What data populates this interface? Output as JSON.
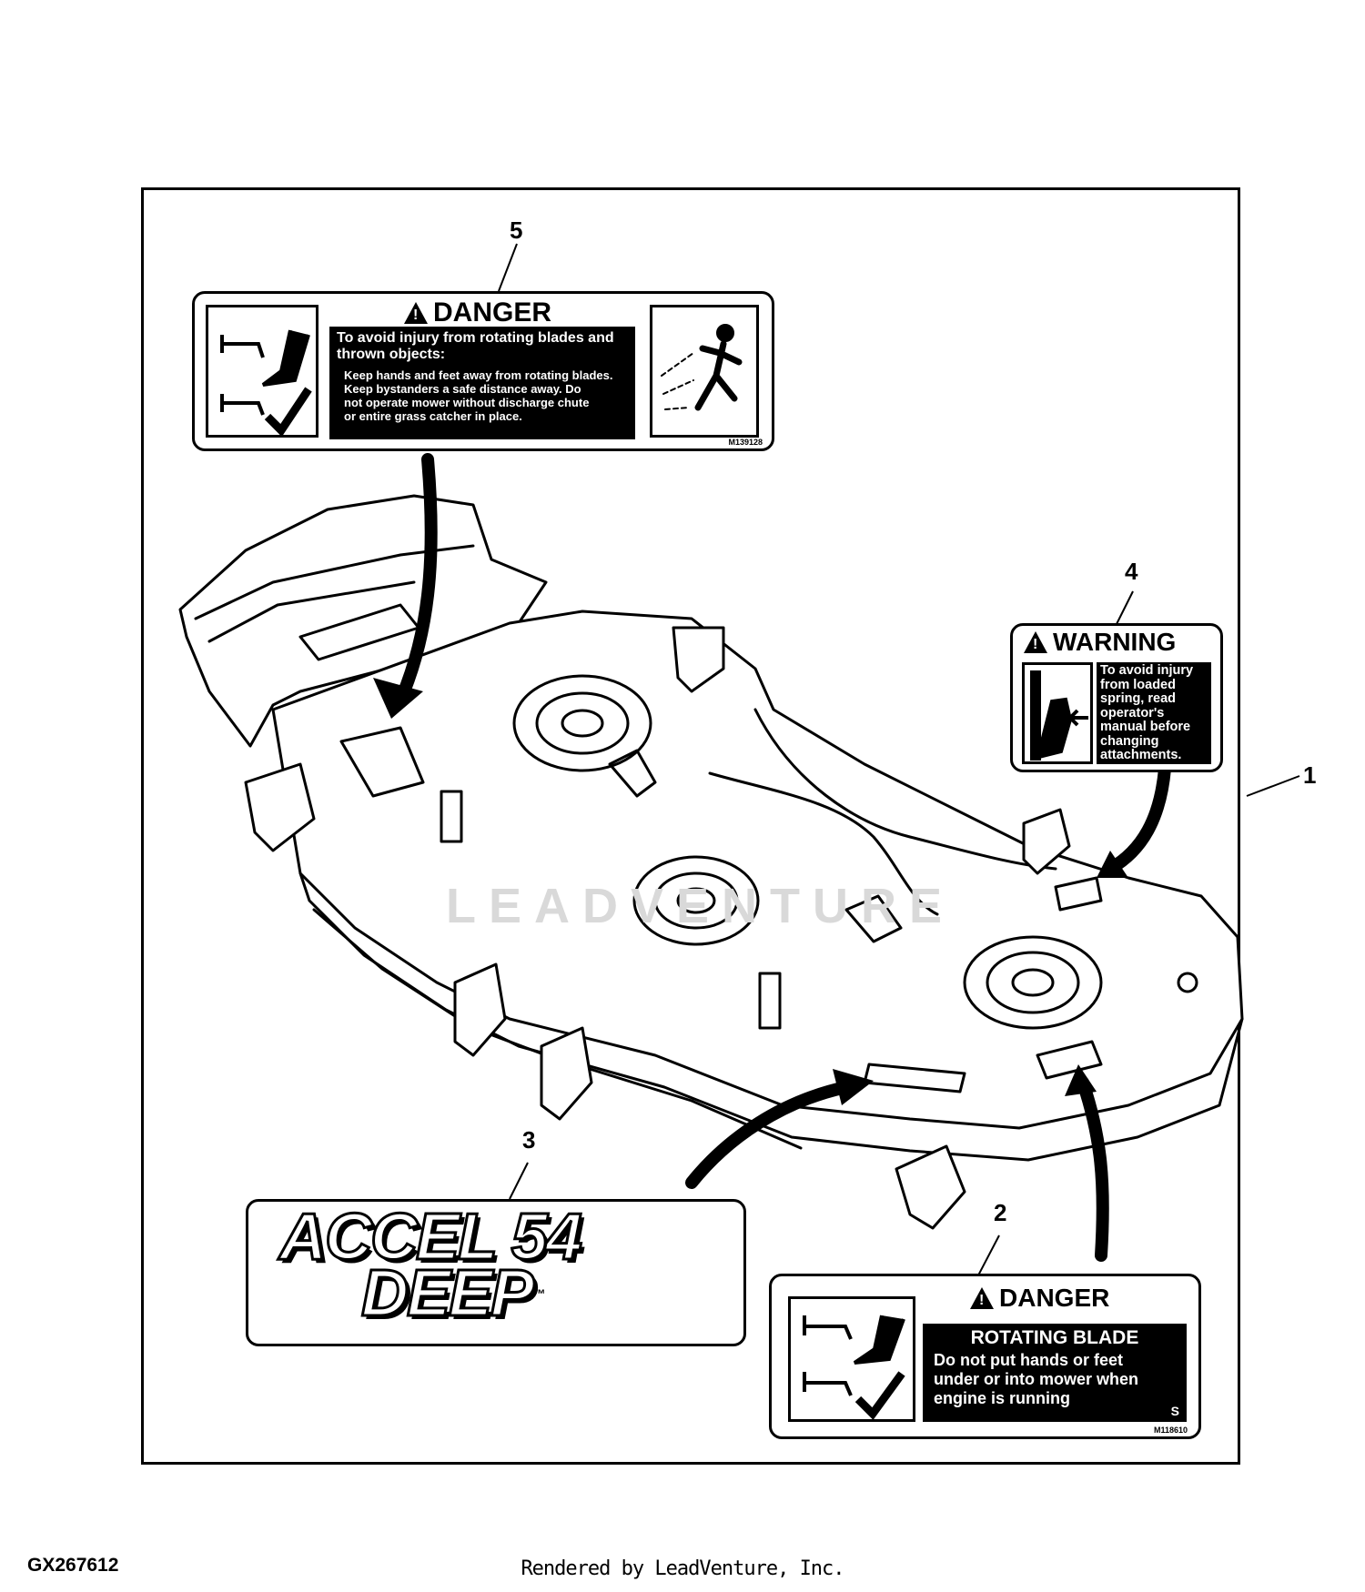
{
  "callouts": {
    "c1": "1",
    "c2": "2",
    "c3": "3",
    "c4": "4",
    "c5": "5"
  },
  "decal5": {
    "header": "DANGER",
    "title_lines": [
      "To avoid injury from rotating blades and",
      "thrown objects:"
    ],
    "body_lines": [
      "Keep hands and feet away from rotating blades.",
      "Keep bystanders a safe distance away. Do",
      "not operate mower without discharge chute",
      "or entire grass catcher in place."
    ],
    "part_number": "M139128"
  },
  "decal4": {
    "header": "WARNING",
    "body_lines": [
      "To avoid injury",
      "from loaded",
      "spring, read",
      "operator's",
      "manual before",
      "changing",
      "attachments."
    ]
  },
  "decal3": {
    "line1": "ACCEL 54",
    "line2": "DEEP",
    "trademark": "™"
  },
  "decal2": {
    "header": "DANGER",
    "title": "ROTATING BLADE",
    "body_lines": [
      "Do not put hands or feet",
      "under or into mower when",
      "engine is running"
    ],
    "mark": "S",
    "part_number": "M118610"
  },
  "watermark": "LEADVENTURE",
  "figure_id": "GX267612",
  "footer": "Rendered by LeadVenture, Inc."
}
